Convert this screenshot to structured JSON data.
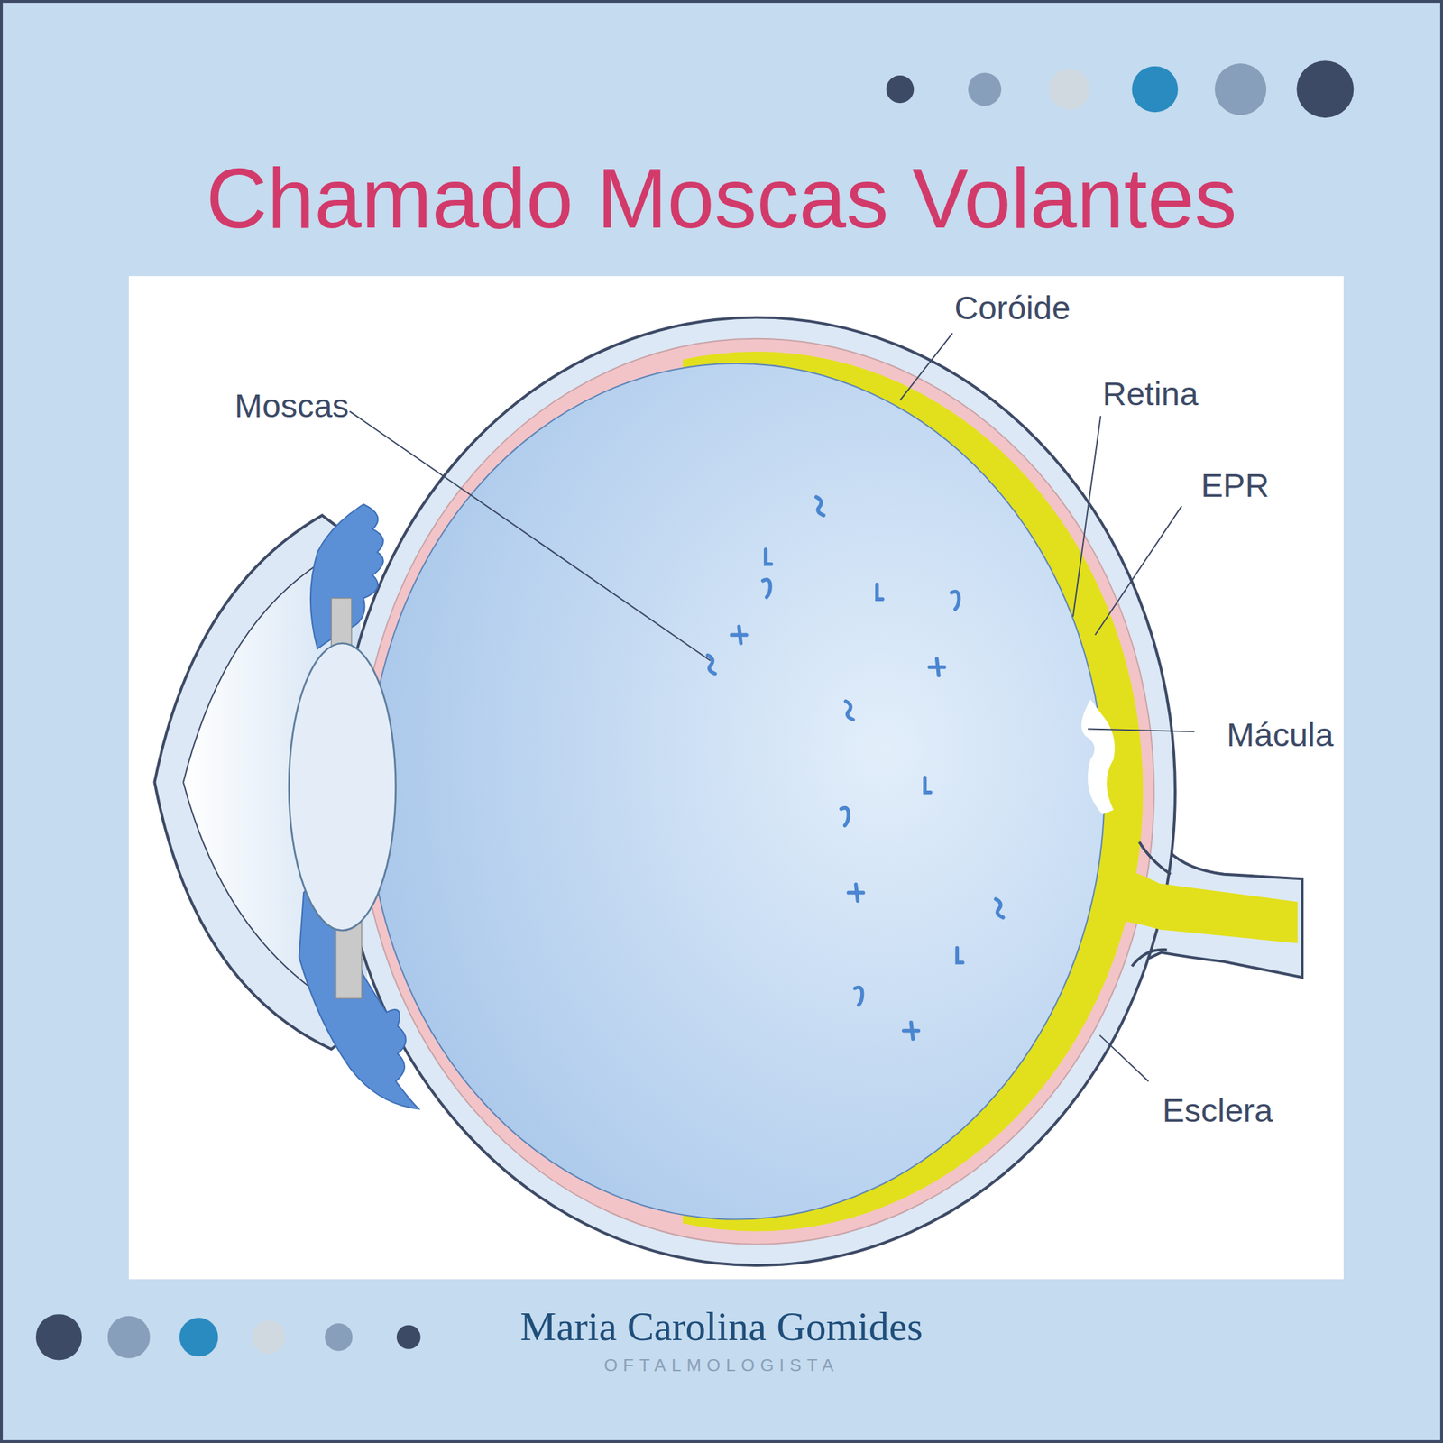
{
  "diagram": {
    "title": "Chamado Moscas Volantes",
    "labels": [
      "Moscas",
      "Coróide",
      "Retina",
      "EPR",
      "Mácula",
      "Esclera",
      "Maria Carolina Gomides",
      "OFTALMOLOGISTA"
    ]
  }
}
